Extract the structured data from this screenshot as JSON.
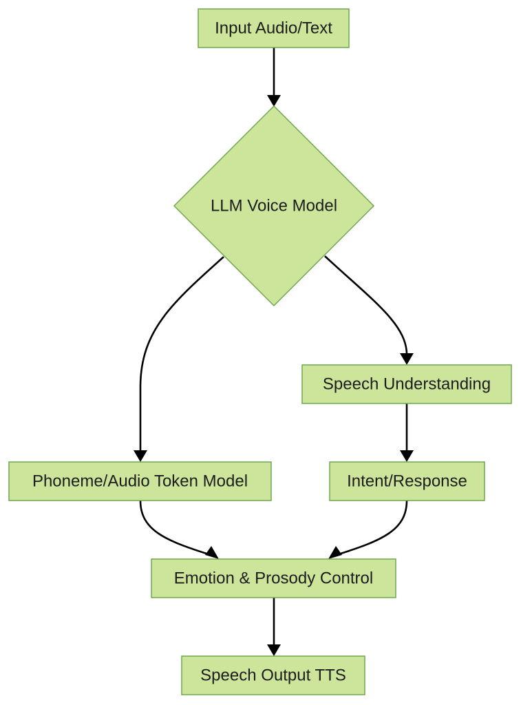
{
  "diagram": {
    "type": "flowchart",
    "colors": {
      "node_fill": "#cde59a",
      "node_border": "#6fa650",
      "edge": "#000000",
      "text": "#1c1c1c"
    },
    "nodes": [
      {
        "id": "input",
        "label": "Input Audio/Text",
        "shape": "rectangle"
      },
      {
        "id": "llm",
        "label": "LLM Voice Model",
        "shape": "diamond"
      },
      {
        "id": "speech_understanding",
        "label": "Speech Understanding",
        "shape": "rectangle"
      },
      {
        "id": "phoneme",
        "label": "Phoneme/Audio Token Model",
        "shape": "rectangle"
      },
      {
        "id": "intent",
        "label": "Intent/Response",
        "shape": "rectangle"
      },
      {
        "id": "emotion",
        "label": "Emotion & Prosody Control",
        "shape": "rectangle"
      },
      {
        "id": "tts",
        "label": "Speech Output TTS",
        "shape": "rectangle"
      }
    ],
    "edges": [
      {
        "from": "input",
        "to": "llm"
      },
      {
        "from": "llm",
        "to": "phoneme"
      },
      {
        "from": "llm",
        "to": "speech_understanding"
      },
      {
        "from": "speech_understanding",
        "to": "intent"
      },
      {
        "from": "phoneme",
        "to": "emotion"
      },
      {
        "from": "intent",
        "to": "emotion"
      },
      {
        "from": "emotion",
        "to": "tts"
      }
    ]
  }
}
